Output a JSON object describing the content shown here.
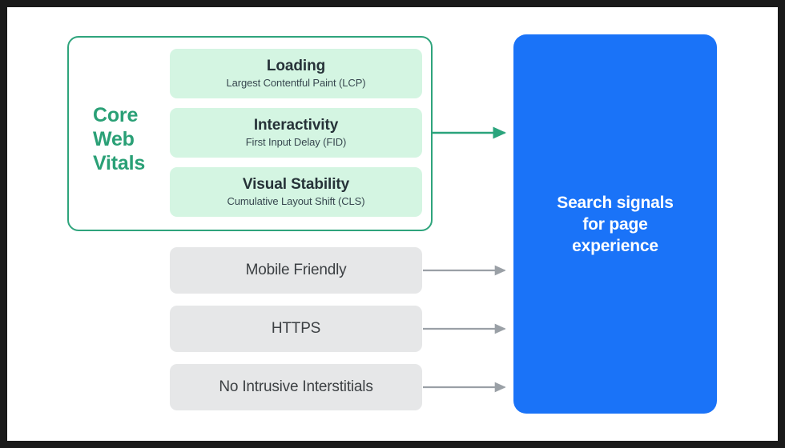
{
  "diagram": {
    "title_text": "Search signals for page experience",
    "core_web_vitals": {
      "group_label_line1": "Core",
      "group_label_line2": "Web",
      "group_label_line3": "Vitals",
      "accent_color": "#2aa076",
      "box_fill": "#d4f5e2",
      "metrics": [
        {
          "title": "Loading",
          "subtitle": "Largest Contentful Paint (LCP)"
        },
        {
          "title": "Interactivity",
          "subtitle": "First Input Delay (FID)"
        },
        {
          "title": "Visual Stability",
          "subtitle": "Cumulative Layout Shift (CLS)"
        }
      ]
    },
    "other_signals": {
      "box_fill": "#e6e7e8",
      "items": [
        {
          "label": "Mobile Friendly"
        },
        {
          "label": "HTTPS"
        },
        {
          "label": "No Intrusive Interstitials"
        }
      ]
    },
    "target_panel": {
      "line1": "Search signals",
      "line2": "for page",
      "line3": "experience",
      "fill_color": "#1a73f8",
      "text_color": "#ffffff"
    },
    "connectors": [
      {
        "name": "core-web-vitals-arrow",
        "color": "#2aa47c"
      },
      {
        "name": "mobile-friendly-arrow",
        "color": "#9aa0a6"
      },
      {
        "name": "https-arrow",
        "color": "#9aa0a6"
      },
      {
        "name": "no-intrusive-interstitials-arrow",
        "color": "#9aa0a6"
      }
    ]
  }
}
